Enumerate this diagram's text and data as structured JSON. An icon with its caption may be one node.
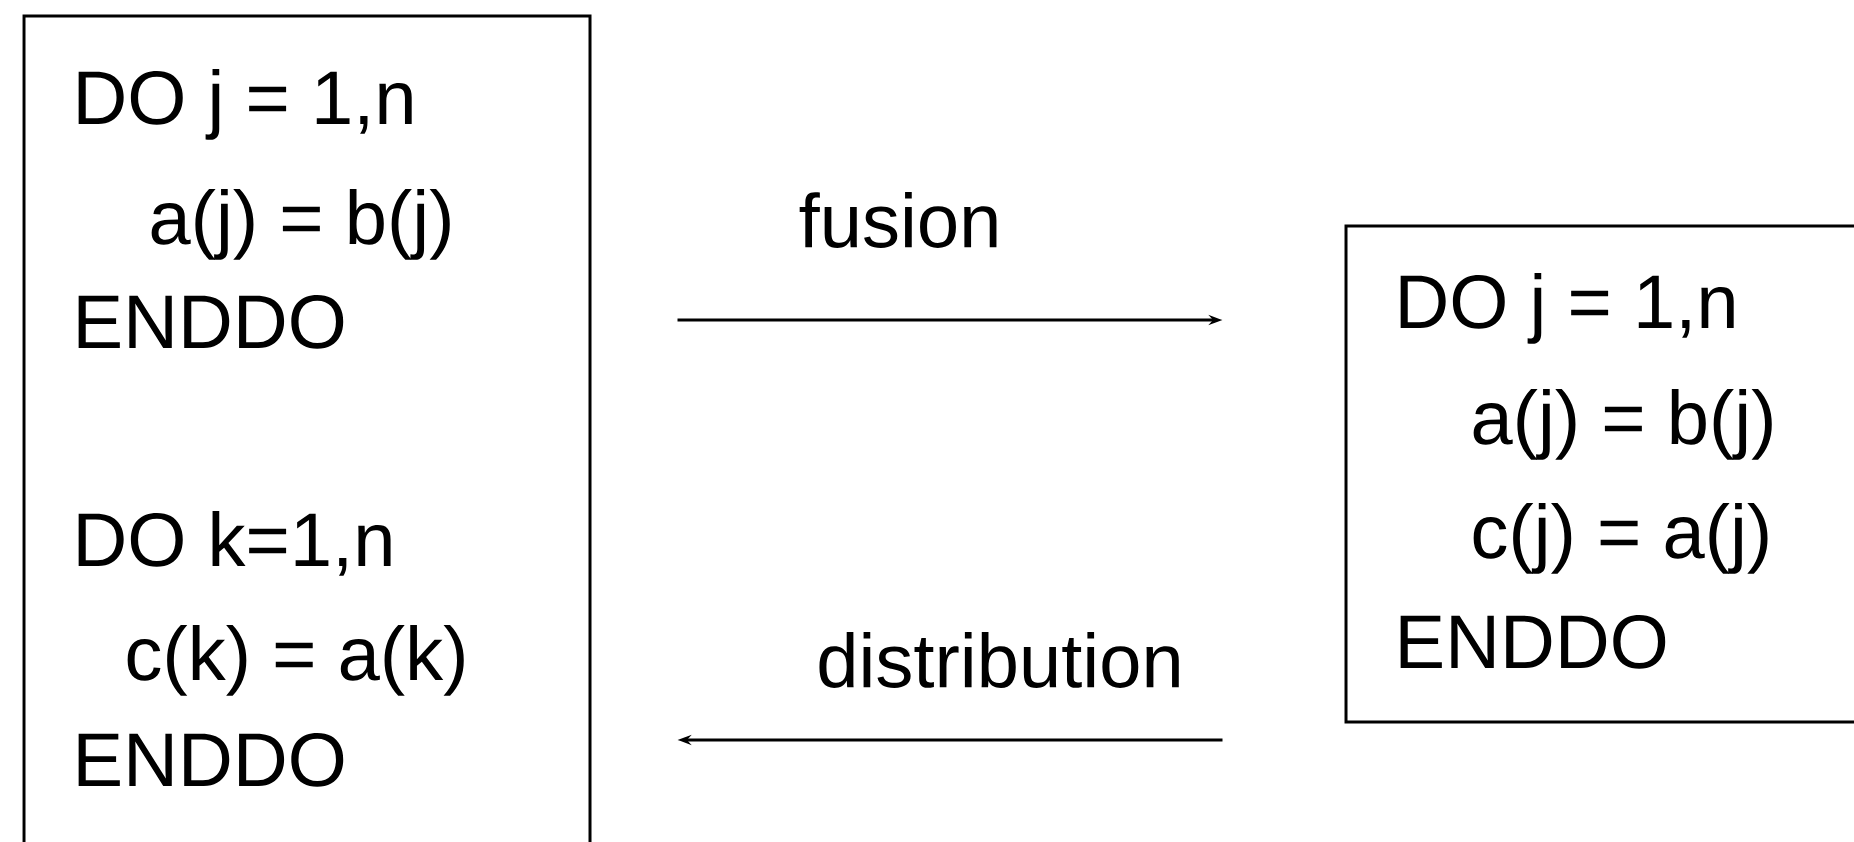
{
  "diagram": {
    "nodes": [
      {
        "text": [
          "DO j = 1,n",
          "a(j) = b(j)",
          "ENDDO",
          "DO k=1,n",
          "c(k) = a(k)",
          "ENDDO"
        ]
      },
      {
        "text": [
          "DO j = 1,n",
          "a(j) = b(j)",
          "c(j) = a(j)",
          "ENDDO"
        ]
      }
    ],
    "edges": [
      {
        "from": 0,
        "to": 1,
        "arrow": "to",
        "label": "fusion"
      },
      {
        "from": 1,
        "to": 0,
        "arrow": "to",
        "label": "distribution"
      }
    ]
  }
}
